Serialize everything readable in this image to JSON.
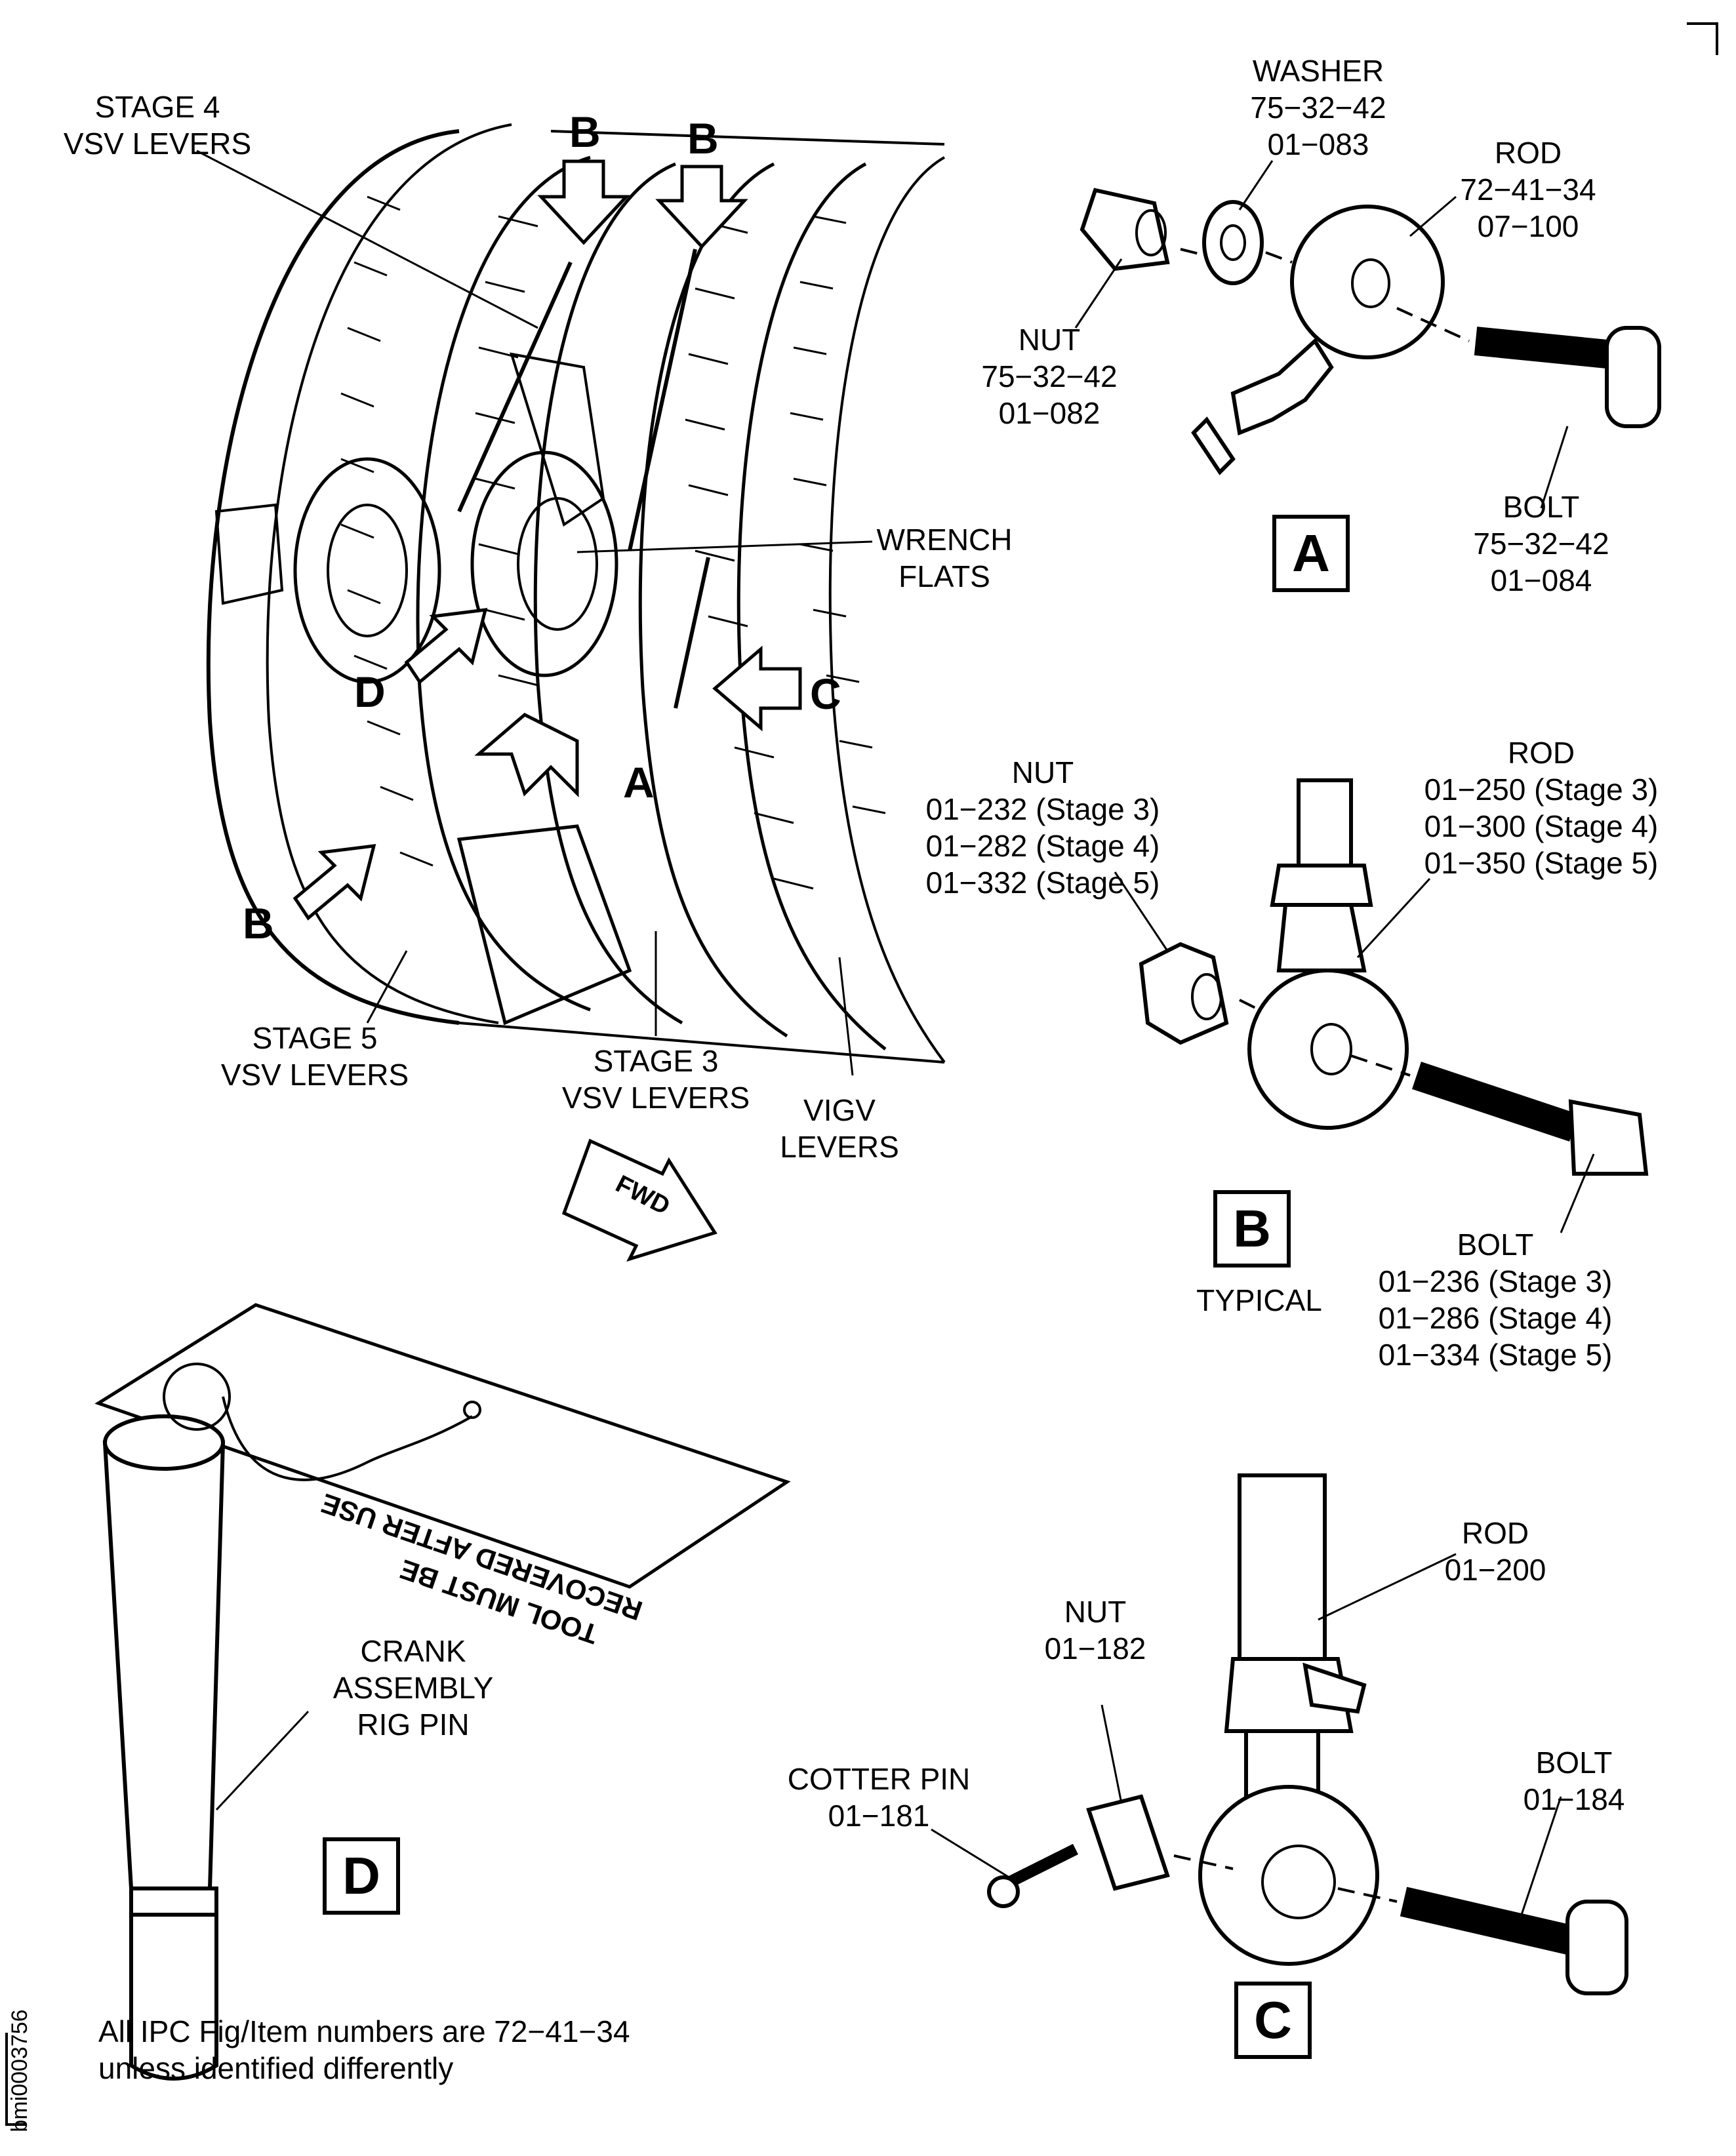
{
  "engine_view": {
    "stage4_label": [
      "STAGE 4",
      "VSV LEVERS"
    ],
    "stage5_label": [
      "STAGE 5",
      "VSV LEVERS"
    ],
    "stage3_label": [
      "STAGE 3",
      "VSV LEVERS"
    ],
    "vigv_label": [
      "VIGV",
      "LEVERS"
    ],
    "wrench_label": [
      "WRENCH",
      "FLATS"
    ],
    "arrow_letters": {
      "b1": "B",
      "b2": "B",
      "b3": "B",
      "a": "A",
      "c": "C",
      "d": "D"
    },
    "fwd_label": "FWD"
  },
  "detail_a": {
    "box": "A",
    "washer": [
      "WASHER",
      "75−32−42",
      "01−083"
    ],
    "rod": [
      "ROD",
      "72−41−34",
      "07−100"
    ],
    "nut": [
      "NUT",
      "75−32−42",
      "01−082"
    ],
    "bolt": [
      "BOLT",
      "75−32−42",
      "01−084"
    ]
  },
  "detail_b": {
    "box": "B",
    "caption": "TYPICAL",
    "nut": [
      "NUT",
      "01−232 (Stage 3)",
      "01−282 (Stage 4)",
      "01−332 (Stage 5)"
    ],
    "rod": [
      "ROD",
      "01−250 (Stage 3)",
      "01−300 (Stage 4)",
      "01−350 (Stage 5)"
    ],
    "bolt": [
      "BOLT",
      "01−236 (Stage 3)",
      "01−286 (Stage 4)",
      "01−334 (Stage 5)"
    ]
  },
  "detail_c": {
    "box": "C",
    "rod": [
      "ROD",
      "01−200"
    ],
    "nut": [
      "NUT",
      "01−182"
    ],
    "cotter": [
      "COTTER PIN",
      "01−181"
    ],
    "bolt": [
      "BOLT",
      "01−184"
    ]
  },
  "detail_d": {
    "box": "D",
    "pin_label": [
      "CRANK",
      "ASSEMBLY",
      "RIG PIN"
    ],
    "tag_text": [
      "TOOL MUST BE",
      "RECOVERED AFTER USE"
    ]
  },
  "footnote": [
    "All IPC Fig/Item numbers are 72−41−34",
    "unless identified differently"
  ],
  "figure_id": "bmi0003756"
}
